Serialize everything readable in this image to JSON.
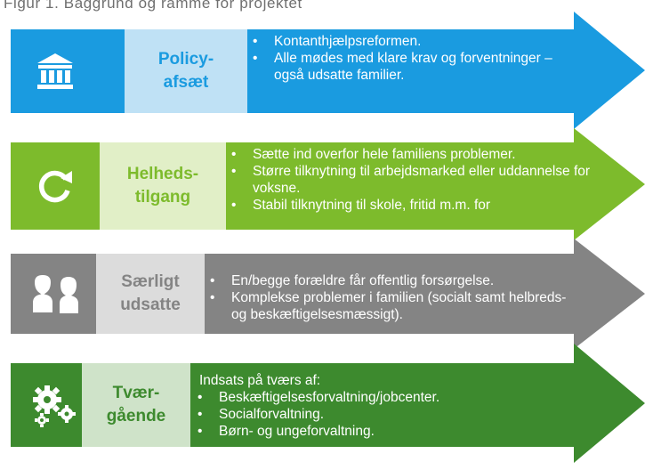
{
  "caption": "Figur 1. Baggrund og ramme for projektet",
  "rows": [
    {
      "key": "policy",
      "label_lines": [
        "Policy-",
        "afsæt"
      ],
      "icon": "bank-icon",
      "color": "#1a9be0",
      "label_bg": "#bfe1f5",
      "bullets": [
        "Kontanthjælpsreformen.",
        "Alle mødes med klare krav og forventninger – også udsatte familier."
      ]
    },
    {
      "key": "helhed",
      "label_lines": [
        "Helheds-",
        "tilgang"
      ],
      "icon": "refresh-icon",
      "color": "#7dbb2c",
      "label_bg": "#e1efc7",
      "bullets": [
        "Sætte ind overfor hele familiens problemer.",
        "Større tilknytning til arbejdsmarked eller uddannelse for voksne.",
        "Stabil tilknytning til skole, fritid m.m. for"
      ]
    },
    {
      "key": "saerligt",
      "label_lines": [
        "Særligt",
        "udsatte"
      ],
      "icon": "people-icon",
      "color": "#848484",
      "label_bg": "#dcdcdc",
      "bullets": [
        "En/begge forældre får offentlig forsørgelse.",
        "Komplekse problemer i familien (socialt samt helbreds- og beskæftigelsesmæssigt)."
      ]
    },
    {
      "key": "tvaer",
      "label_lines": [
        "Tvær-",
        "gående"
      ],
      "icon": "gears-icon",
      "color": "#3d8a2e",
      "label_bg": "#cfe3c9",
      "intro": "Indsats på tværs af:",
      "bullets": [
        "Beskæftigelsesforvaltning/jobcenter.",
        "Socialforvaltning.",
        "Børn- og ungeforvaltning."
      ]
    }
  ]
}
